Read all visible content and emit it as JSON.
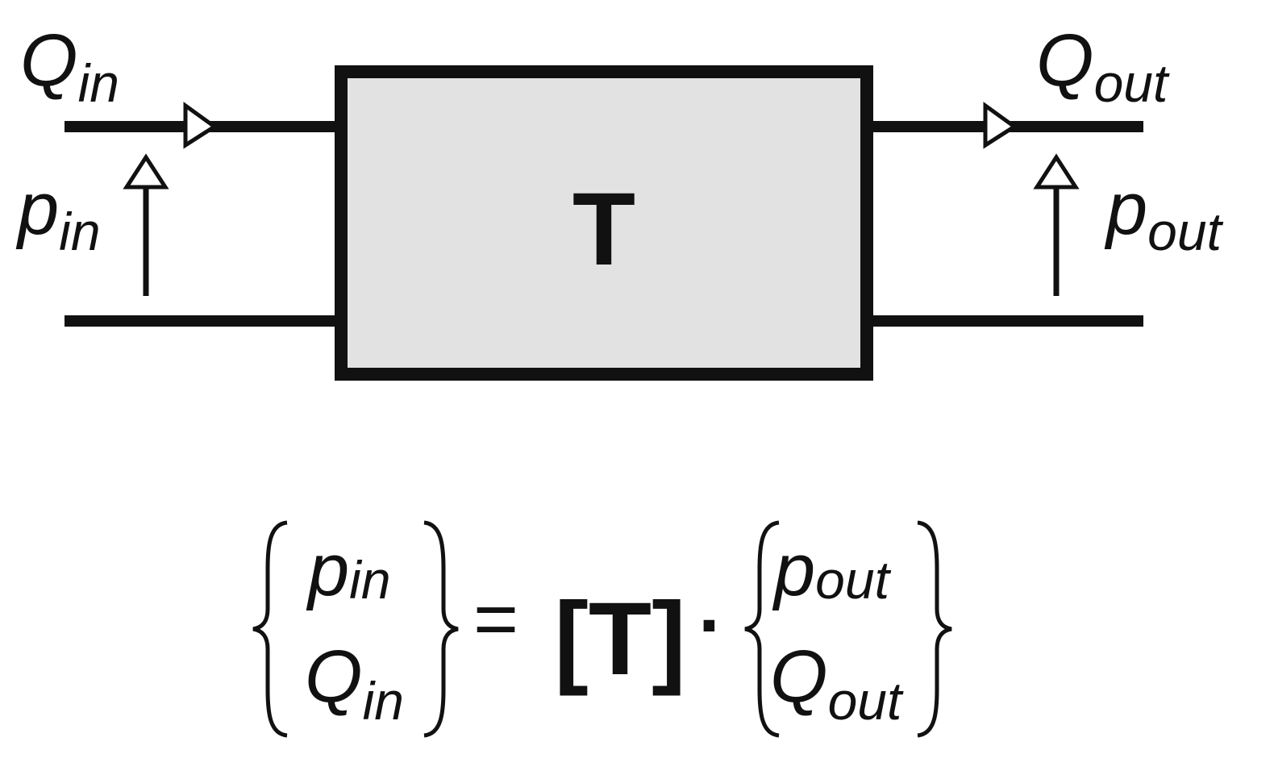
{
  "block": {
    "label": "T",
    "fill": "#e2e2e2",
    "stroke": "#111111"
  },
  "ports": {
    "q_in": {
      "sym": "Q",
      "sub": "in"
    },
    "p_in": {
      "sym": "p",
      "sub": "in"
    },
    "q_out": {
      "sym": "Q",
      "sub": "out"
    },
    "p_out": {
      "sym": "p",
      "sub": "out"
    }
  },
  "equation": {
    "lhs": [
      {
        "sym": "p",
        "sub": "in"
      },
      {
        "sym": "Q",
        "sub": "in"
      }
    ],
    "equals": "=",
    "matrix": "[T]",
    "dot": "·",
    "rhs": [
      {
        "sym": "p",
        "sub": "out"
      },
      {
        "sym": "Q",
        "sub": "out"
      }
    ]
  }
}
